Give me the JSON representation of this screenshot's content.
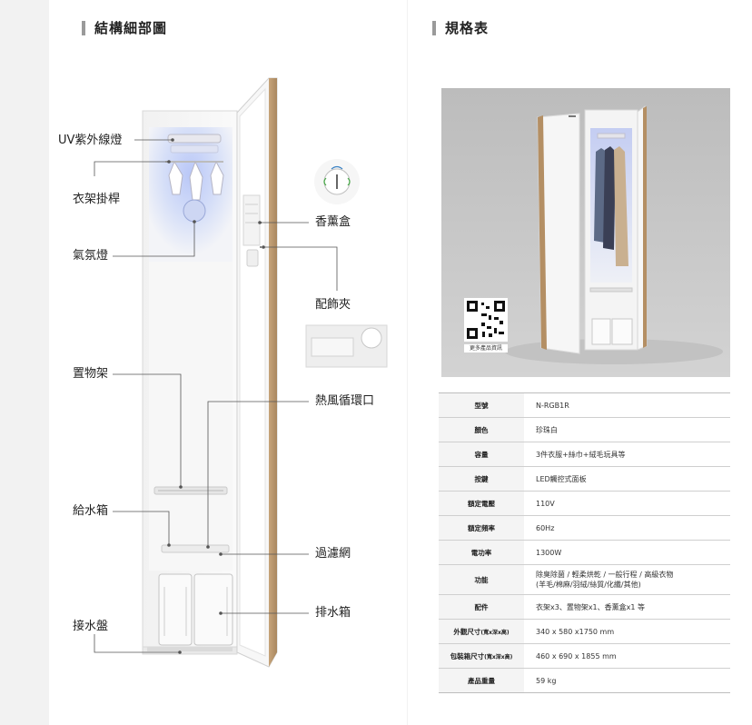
{
  "left_panel": {
    "title": "結構細部圖"
  },
  "right_panel": {
    "title": "規格表"
  },
  "diagram_labels": {
    "uv_lamp": "UV紫外線燈",
    "hanger_rod": "衣架掛桿",
    "ambient_lamp": "氣氛燈",
    "fragrance_box": "香薰盒",
    "accessory_clip": "配飾夾",
    "shelf": "置物架",
    "hot_air_vent": "熱風循環口",
    "water_tank": "給水箱",
    "filter": "過濾網",
    "drain_tank": "排水箱",
    "drip_tray": "接水盤"
  },
  "photo": {
    "qr_caption": "更多產品資訊"
  },
  "specs": [
    {
      "label": "型號",
      "value": "N-RGB1R"
    },
    {
      "label": "顏色",
      "value": "珍珠白"
    },
    {
      "label": "容量",
      "value": "3件衣服+絲巾+絨毛玩具等"
    },
    {
      "label": "按鍵",
      "value": "LED觸控式面板"
    },
    {
      "label": "額定電壓",
      "value": "110V"
    },
    {
      "label": "額定頻率",
      "value": "60Hz"
    },
    {
      "label": "電功率",
      "value": "1300W"
    },
    {
      "label": "功能",
      "value": "除臭除菌 / 輕柔烘乾 / 一般行程 / 高級衣物",
      "value2": "(羊毛/棉麻/羽絨/絲質/化纖/其他)"
    },
    {
      "label": "配件",
      "value": "衣架x3、置物架x1、香薰盒x1 等"
    },
    {
      "label": "外觀尺寸",
      "label_suffix": "(寬x深x高)",
      "value": "340 x 580 x1750 mm"
    },
    {
      "label": "包裝箱尺寸",
      "label_suffix": "(寬x深x高)",
      "value": "460 x 690 x 1855 mm"
    },
    {
      "label": "產品重量",
      "value": "59 kg"
    }
  ]
}
